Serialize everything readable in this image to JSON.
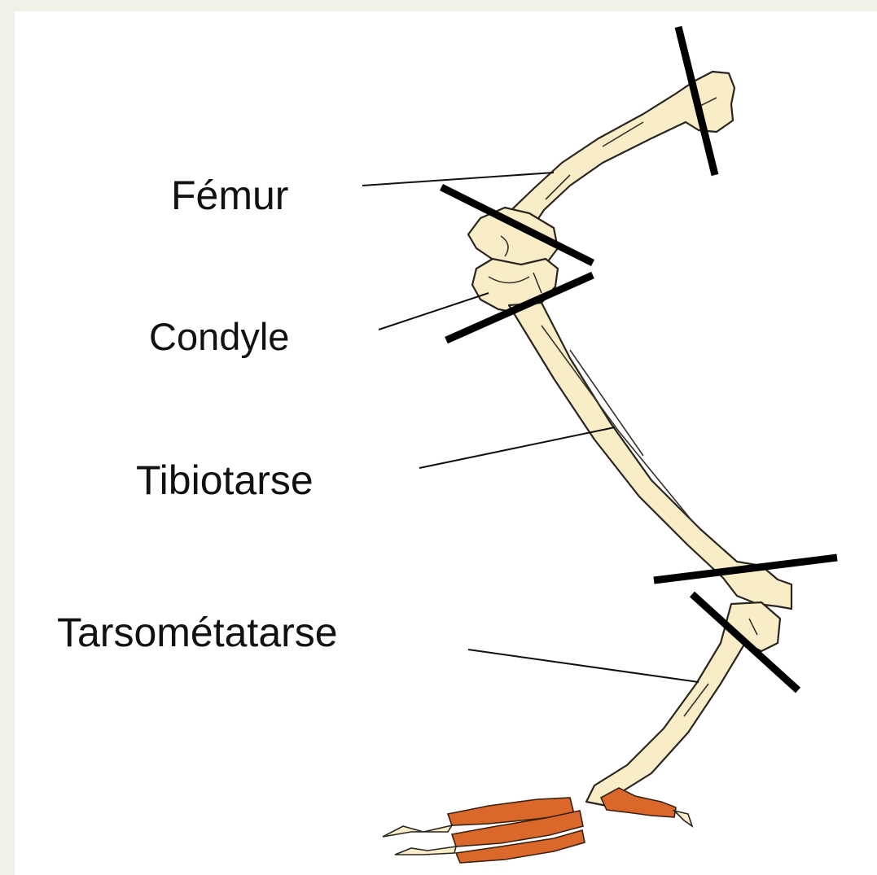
{
  "labels": {
    "femur": "Fémur",
    "condyle": "Condyle",
    "tibiotarse": "Tibiotarse",
    "tarsometatarse": "Tarsométatarse"
  },
  "colors": {
    "bone": "#f8edc6",
    "toe": "#d9682a",
    "cut_line": "#000000",
    "background": "#ffffff",
    "page_margin": "#eef1e6"
  }
}
